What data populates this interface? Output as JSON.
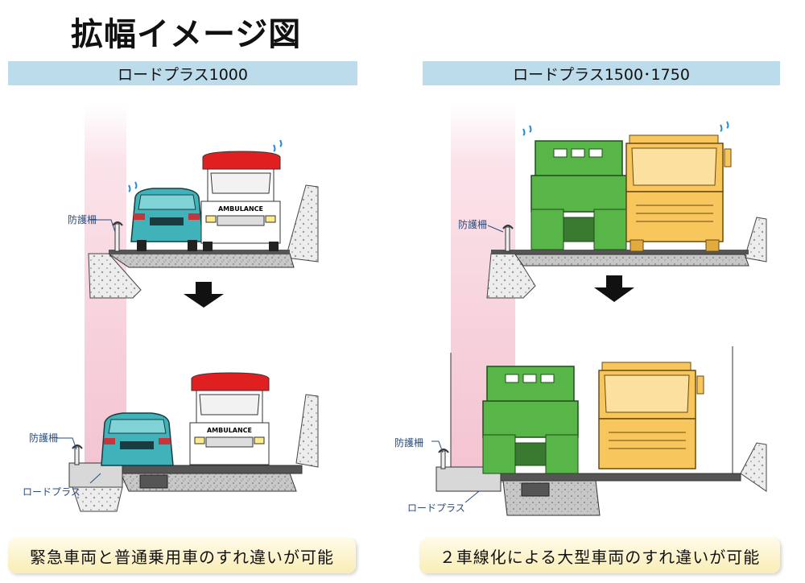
{
  "title": "拡幅イメージ図",
  "left_panel": {
    "header": "ロードプラス1000",
    "guardrail_label_top": "防護柵",
    "guardrail_label_bottom": "防護柵",
    "roadplus_label": "ロードプラス",
    "ambulance_text_top": "AMBULANCE",
    "ambulance_text_bottom": "AMBULANCE",
    "caption": "緊急車両と普通乗用車のすれ違いが可能"
  },
  "right_panel": {
    "header": "ロードプラス1500･1750",
    "guardrail_label_top": "防護柵",
    "guardrail_label_bottom": "防護柵",
    "roadplus_label": "ロードプラス",
    "caption": "２車線化による大型車両のすれ違いが可能"
  },
  "colors": {
    "header_bg": "#bcdcec",
    "caption_bg": "#f9edb6",
    "car_teal": "#3fb3b9",
    "ambulance_red": "#e02020",
    "dump_truck_green": "#58b548",
    "tanker_yellow": "#f7c65c",
    "pink_band": "#f6cfd9",
    "concrete": "#cfcfcf"
  }
}
